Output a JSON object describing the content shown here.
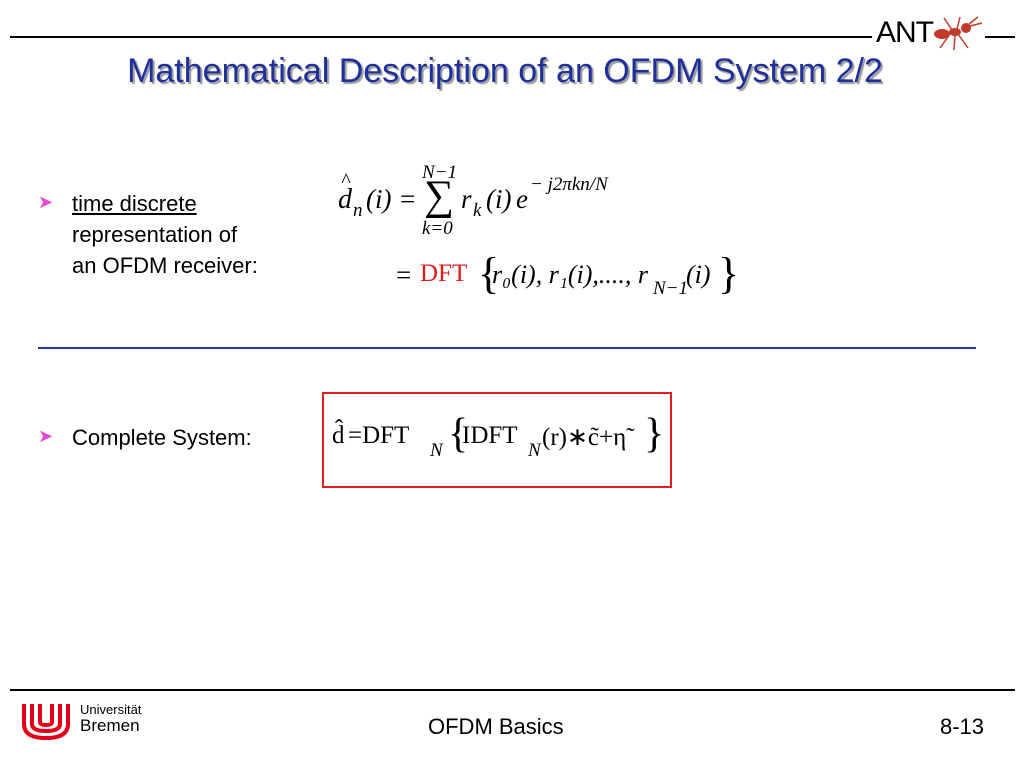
{
  "header": {
    "title": "Mathematical Description of an OFDM System 2/2",
    "logo_text": "ANT"
  },
  "bullets": {
    "first": {
      "line1": "time discrete",
      "line2": "representation of",
      "line3": "an OFDM receiver:"
    },
    "second": {
      "label": "Complete System:"
    }
  },
  "eq1": {
    "d": "d",
    "hat": "^",
    "n": "n",
    "i": "(i)",
    "equals": "=",
    "sum_top": "N−1",
    "sigma": "∑",
    "sum_bottom": "k=0",
    "r": "r",
    "k": "k",
    "ri": "(i)",
    "e": "e",
    "exponent": "− j2πkn/N"
  },
  "eq2": {
    "equals": "=",
    "dft": "DFT",
    "lbrace": "{",
    "body": "r₀(i), r₁(i),...., r",
    "nsub": "N−1",
    "tail": "(i)",
    "rbrace": "}"
  },
  "eq3": {
    "dhat": "d̂",
    "equals": "=DFT",
    "n1": "N",
    "lbrace": "{",
    "idft": "IDFT",
    "n2": "N",
    "rest": "(r)∗c̃+η̃",
    "rbrace": "}"
  },
  "footer": {
    "uni_line1": "Universität",
    "uni_line2": "Bremen",
    "center": "OFDM Basics",
    "page": "8-13"
  },
  "colors": {
    "title": "#1f2f9c",
    "accent_arrow": "#e64ad4",
    "red": "#e01b1b",
    "university_red": "#e3001b"
  }
}
